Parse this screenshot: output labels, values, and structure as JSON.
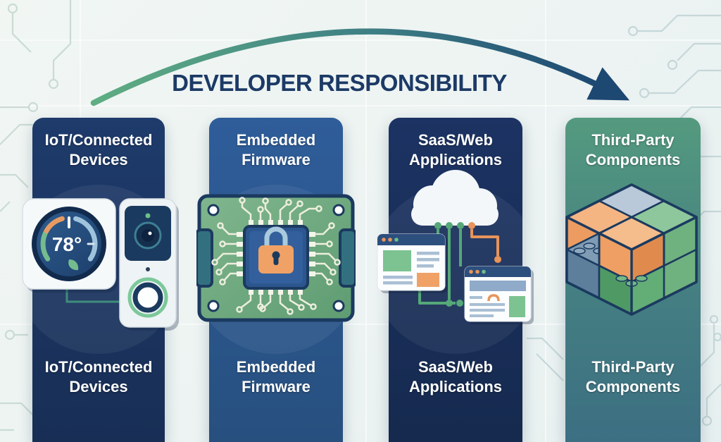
{
  "title": "DEVELOPER RESPONSIBILITY",
  "arrow": {
    "description": "curved arrow arcing left to right over title",
    "gradient_start": "#5fae83",
    "gradient_end": "#1d4872"
  },
  "columns": [
    {
      "top_label": "IoT/Connected Devices",
      "bottom_label": "IoT/Connected Devices",
      "color": "#1b3564"
    },
    {
      "top_label": "Embedded Firmware",
      "bottom_label": "Embedded Firmware",
      "color": "#2d5a95"
    },
    {
      "top_label": "SaaS/Web Applications",
      "bottom_label": "SaaS/Web Applications",
      "color": "#1a3060"
    },
    {
      "top_label": "Third-Party Components",
      "bottom_label": "Third-Party Components",
      "color_top": "#549a7f",
      "color_bottom": "#3d6f81"
    }
  ],
  "icons": {
    "thermostat": {
      "name": "smart-thermostat-icon",
      "temperature": "78°"
    },
    "doorbell": {
      "name": "video-doorbell-icon"
    },
    "circuit_board": {
      "name": "circuit-board-lock-icon"
    },
    "cloud_apps": {
      "name": "cloud-with-browser-windows-icon"
    },
    "component_cube": {
      "name": "3d-component-cube-icon"
    }
  },
  "background": {
    "color": "#edf4f2",
    "circuit_trace_color": "#cadbd4"
  }
}
